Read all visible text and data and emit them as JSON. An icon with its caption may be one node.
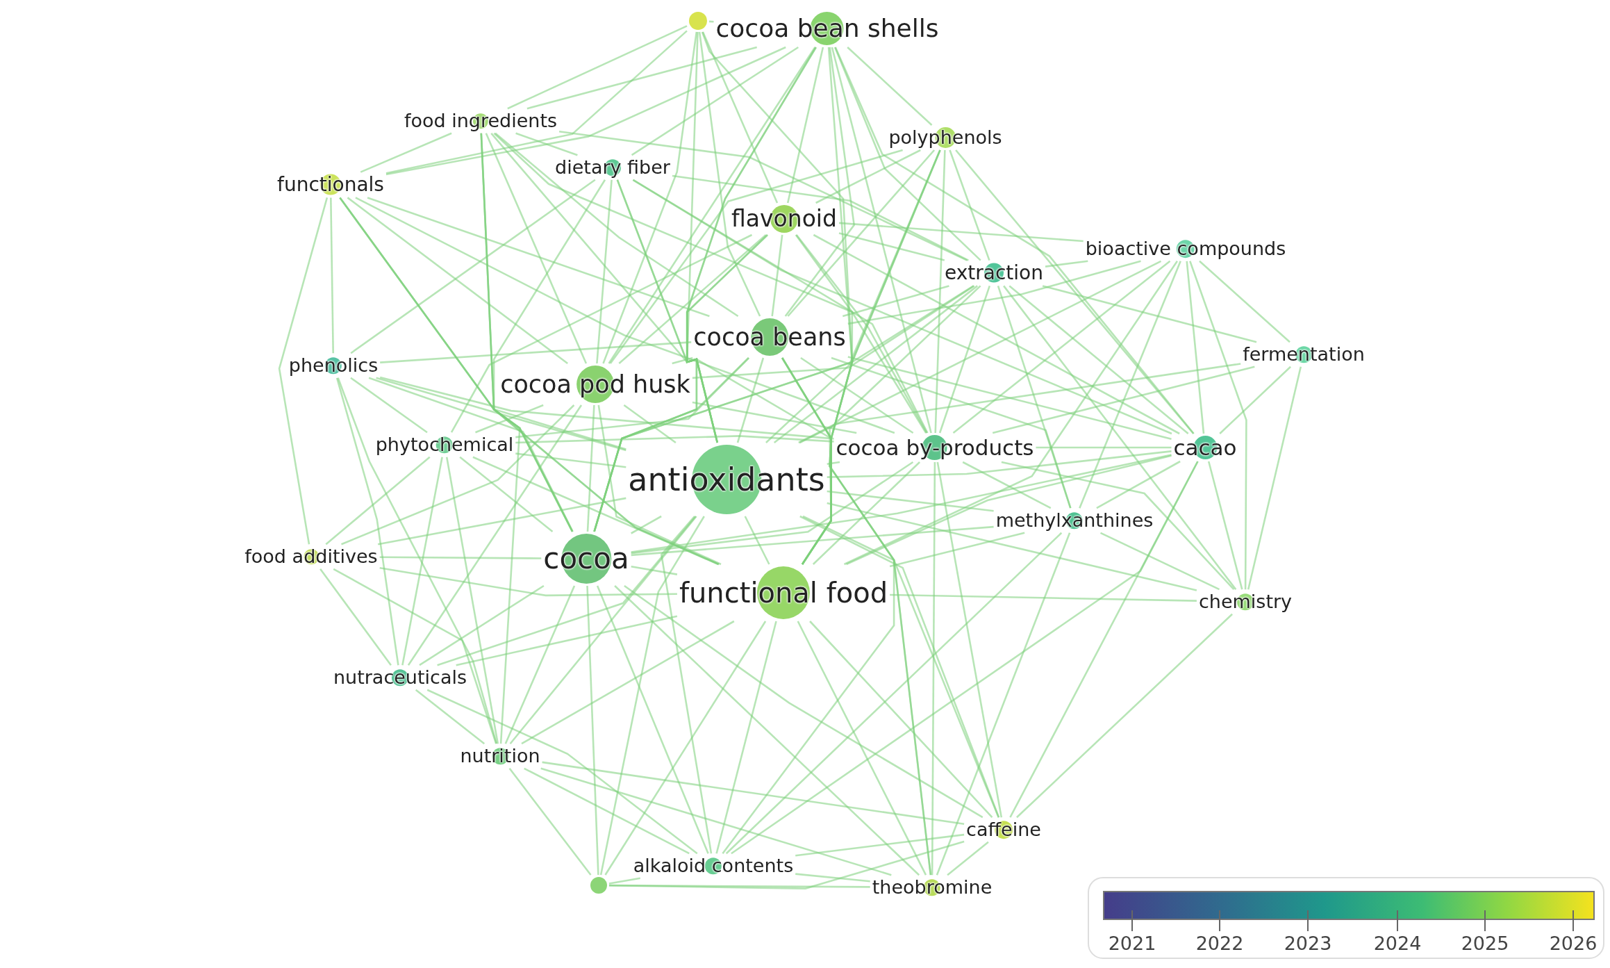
{
  "diagram": {
    "nodes": [
      {
        "text": [],
        "shape": "circle"
      },
      {
        "text": [
          "cocoa bean shells"
        ]
      },
      {
        "text": [
          "food ingredients"
        ]
      },
      {
        "text": [
          "polyphenols"
        ]
      },
      {
        "text": [
          "functionals"
        ]
      },
      {
        "text": [
          "dietary fiber"
        ]
      },
      {
        "text": [
          "flavonoid"
        ]
      },
      {
        "text": [
          "bioactive compounds"
        ]
      },
      {
        "text": [
          "extraction"
        ]
      },
      {
        "text": [
          "cocoa beans"
        ]
      },
      {
        "text": [
          "phenolics"
        ]
      },
      {
        "text": [
          "fermentation"
        ]
      },
      {
        "text": [
          "cocoa pod husk"
        ]
      },
      {
        "text": [
          "phytochemical"
        ]
      },
      {
        "text": [
          "cocoa by-products"
        ]
      },
      {
        "text": [
          "cacao"
        ]
      },
      {
        "text": [
          "antioxidants"
        ]
      },
      {
        "text": [
          "methylxanthines"
        ]
      },
      {
        "text": [
          "food additives"
        ]
      },
      {
        "text": [
          "cocoa"
        ]
      },
      {
        "text": [
          "functional food"
        ]
      },
      {
        "text": [
          "chemistry"
        ]
      },
      {
        "text": [
          "nutraceuticals"
        ]
      },
      {
        "text": [
          "nutrition"
        ]
      },
      {
        "text": [
          "caffeine"
        ]
      },
      {
        "text": [
          "alkaloid contents"
        ]
      },
      {
        "text": [
          "theobromine"
        ]
      },
      {
        "text": [],
        "shape": "circle"
      }
    ],
    "edges": [
      {
        "from": 0,
        "to": 1,
        "arrow": "none"
      },
      {
        "from": 0,
        "to": 2,
        "arrow": "none"
      },
      {
        "from": 0,
        "to": 4,
        "arrow": "none"
      },
      {
        "from": 0,
        "to": 6,
        "arrow": "none"
      },
      {
        "from": 0,
        "to": 9,
        "arrow": "none"
      },
      {
        "from": 0,
        "to": 16,
        "arrow": "none"
      },
      {
        "from": 0,
        "to": 20,
        "arrow": "none"
      },
      {
        "from": 0,
        "to": 12,
        "arrow": "none"
      },
      {
        "from": 1,
        "to": 2,
        "arrow": "none"
      },
      {
        "from": 1,
        "to": 3,
        "arrow": "none"
      },
      {
        "from": 1,
        "to": 6,
        "arrow": "none"
      },
      {
        "from": 1,
        "to": 9,
        "arrow": "none"
      },
      {
        "from": 1,
        "to": 16,
        "arrow": "none"
      },
      {
        "from": 1,
        "to": 20,
        "arrow": "none"
      },
      {
        "from": 1,
        "to": 8,
        "arrow": "none"
      },
      {
        "from": 1,
        "to": 14,
        "arrow": "none"
      },
      {
        "from": 1,
        "to": 4,
        "arrow": "none"
      },
      {
        "from": 1,
        "to": 5,
        "arrow": "none"
      },
      {
        "from": 1,
        "to": 15,
        "arrow": "none"
      },
      {
        "from": 1,
        "to": 19,
        "arrow": "none"
      },
      {
        "from": 1,
        "to": 12,
        "arrow": "none"
      },
      {
        "from": 2,
        "to": 4,
        "arrow": "none"
      },
      {
        "from": 2,
        "to": 5,
        "arrow": "none"
      },
      {
        "from": 2,
        "to": 9,
        "arrow": "none"
      },
      {
        "from": 2,
        "to": 16,
        "arrow": "none"
      },
      {
        "from": 2,
        "to": 19,
        "arrow": "none"
      },
      {
        "from": 2,
        "to": 20,
        "arrow": "none"
      },
      {
        "from": 2,
        "to": 12,
        "arrow": "none"
      },
      {
        "from": 2,
        "to": 8,
        "arrow": "none"
      },
      {
        "from": 2,
        "to": 14,
        "arrow": "none"
      },
      {
        "from": 2,
        "to": 23,
        "arrow": "none"
      },
      {
        "from": 3,
        "to": 6,
        "arrow": "none"
      },
      {
        "from": 3,
        "to": 9,
        "arrow": "none"
      },
      {
        "from": 3,
        "to": 16,
        "arrow": "none"
      },
      {
        "from": 3,
        "to": 20,
        "arrow": "none"
      },
      {
        "from": 3,
        "to": 8,
        "arrow": "none"
      },
      {
        "from": 3,
        "to": 19,
        "arrow": "none"
      },
      {
        "from": 3,
        "to": 15,
        "arrow": "none"
      },
      {
        "from": 3,
        "to": 14,
        "arrow": "none"
      },
      {
        "from": 3,
        "to": 12,
        "arrow": "none"
      },
      {
        "from": 4,
        "to": 10,
        "arrow": "none"
      },
      {
        "from": 4,
        "to": 16,
        "arrow": "none"
      },
      {
        "from": 4,
        "to": 19,
        "arrow": "none"
      },
      {
        "from": 4,
        "to": 20,
        "arrow": "none"
      },
      {
        "from": 4,
        "to": 18,
        "arrow": "none"
      },
      {
        "from": 4,
        "to": 9,
        "arrow": "none"
      },
      {
        "from": 4,
        "to": 12,
        "arrow": "none"
      },
      {
        "from": 4,
        "to": 14,
        "arrow": "none"
      },
      {
        "from": 5,
        "to": 10,
        "arrow": "none"
      },
      {
        "from": 5,
        "to": 16,
        "arrow": "none"
      },
      {
        "from": 5,
        "to": 19,
        "arrow": "none"
      },
      {
        "from": 5,
        "to": 20,
        "arrow": "none"
      },
      {
        "from": 5,
        "to": 8,
        "arrow": "none"
      },
      {
        "from": 5,
        "to": 14,
        "arrow": "none"
      },
      {
        "from": 5,
        "to": 15,
        "arrow": "none"
      },
      {
        "from": 5,
        "to": 12,
        "arrow": "none"
      },
      {
        "from": 6,
        "to": 9,
        "arrow": "none"
      },
      {
        "from": 6,
        "to": 16,
        "arrow": "none"
      },
      {
        "from": 6,
        "to": 19,
        "arrow": "none"
      },
      {
        "from": 6,
        "to": 20,
        "arrow": "none"
      },
      {
        "from": 6,
        "to": 8,
        "arrow": "none"
      },
      {
        "from": 6,
        "to": 14,
        "arrow": "none"
      },
      {
        "from": 6,
        "to": 15,
        "arrow": "none"
      },
      {
        "from": 6,
        "to": 12,
        "arrow": "none"
      },
      {
        "from": 6,
        "to": 7,
        "arrow": "none"
      },
      {
        "from": 6,
        "to": 13,
        "arrow": "none"
      },
      {
        "from": 7,
        "to": 8,
        "arrow": "none"
      },
      {
        "from": 7,
        "to": 9,
        "arrow": "none"
      },
      {
        "from": 7,
        "to": 11,
        "arrow": "none"
      },
      {
        "from": 7,
        "to": 15,
        "arrow": "none"
      },
      {
        "from": 7,
        "to": 16,
        "arrow": "none"
      },
      {
        "from": 7,
        "to": 20,
        "arrow": "none"
      },
      {
        "from": 7,
        "to": 14,
        "arrow": "none"
      },
      {
        "from": 7,
        "to": 21,
        "arrow": "none"
      },
      {
        "from": 7,
        "to": 17,
        "arrow": "none"
      },
      {
        "from": 8,
        "to": 9,
        "arrow": "none"
      },
      {
        "from": 8,
        "to": 11,
        "arrow": "none"
      },
      {
        "from": 8,
        "to": 14,
        "arrow": "none"
      },
      {
        "from": 8,
        "to": 15,
        "arrow": "none"
      },
      {
        "from": 8,
        "to": 16,
        "arrow": "none"
      },
      {
        "from": 8,
        "to": 19,
        "arrow": "none"
      },
      {
        "from": 8,
        "to": 20,
        "arrow": "none"
      },
      {
        "from": 8,
        "to": 17,
        "arrow": "none"
      },
      {
        "from": 8,
        "to": 21,
        "arrow": "none"
      },
      {
        "from": 8,
        "to": 12,
        "arrow": "none"
      },
      {
        "from": 9,
        "to": 12,
        "arrow": "none"
      },
      {
        "from": 9,
        "to": 14,
        "arrow": "none"
      },
      {
        "from": 9,
        "to": 15,
        "arrow": "none"
      },
      {
        "from": 9,
        "to": 16,
        "arrow": "none"
      },
      {
        "from": 9,
        "to": 19,
        "arrow": "none"
      },
      {
        "from": 9,
        "to": 20,
        "arrow": "none"
      },
      {
        "from": 9,
        "to": 17,
        "arrow": "none"
      },
      {
        "from": 9,
        "to": 10,
        "arrow": "none"
      },
      {
        "from": 9,
        "to": 13,
        "arrow": "none"
      },
      {
        "from": 9,
        "to": 25,
        "arrow": "none"
      },
      {
        "from": 9,
        "to": 24,
        "arrow": "none"
      },
      {
        "from": 9,
        "to": 26,
        "arrow": "none"
      },
      {
        "from": 10,
        "to": 13,
        "arrow": "none"
      },
      {
        "from": 10,
        "to": 16,
        "arrow": "none"
      },
      {
        "from": 10,
        "to": 19,
        "arrow": "none"
      },
      {
        "from": 10,
        "to": 22,
        "arrow": "none"
      },
      {
        "from": 10,
        "to": 23,
        "arrow": "none"
      },
      {
        "from": 10,
        "to": 14,
        "arrow": "none"
      },
      {
        "from": 11,
        "to": 15,
        "arrow": "none"
      },
      {
        "from": 11,
        "to": 16,
        "arrow": "none"
      },
      {
        "from": 11,
        "to": 21,
        "arrow": "none"
      },
      {
        "from": 11,
        "to": 14,
        "arrow": "none"
      },
      {
        "from": 12,
        "to": 13,
        "arrow": "none"
      },
      {
        "from": 12,
        "to": 16,
        "arrow": "none"
      },
      {
        "from": 12,
        "to": 19,
        "arrow": "none"
      },
      {
        "from": 12,
        "to": 20,
        "arrow": "none"
      },
      {
        "from": 12,
        "to": 14,
        "arrow": "none"
      },
      {
        "from": 12,
        "to": 22,
        "arrow": "none"
      },
      {
        "from": 12,
        "to": 18,
        "arrow": "none"
      },
      {
        "from": 13,
        "to": 16,
        "arrow": "none"
      },
      {
        "from": 13,
        "to": 19,
        "arrow": "none"
      },
      {
        "from": 13,
        "to": 20,
        "arrow": "none"
      },
      {
        "from": 13,
        "to": 18,
        "arrow": "none"
      },
      {
        "from": 13,
        "to": 22,
        "arrow": "none"
      },
      {
        "from": 13,
        "to": 23,
        "arrow": "none"
      },
      {
        "from": 13,
        "to": 14,
        "arrow": "none"
      },
      {
        "from": 14,
        "to": 15,
        "arrow": "none"
      },
      {
        "from": 14,
        "to": 16,
        "arrow": "none"
      },
      {
        "from": 14,
        "to": 17,
        "arrow": "none"
      },
      {
        "from": 14,
        "to": 19,
        "arrow": "none"
      },
      {
        "from": 14,
        "to": 20,
        "arrow": "none"
      },
      {
        "from": 14,
        "to": 21,
        "arrow": "none"
      },
      {
        "from": 14,
        "to": 26,
        "arrow": "none"
      },
      {
        "from": 14,
        "to": 24,
        "arrow": "none"
      },
      {
        "from": 15,
        "to": 16,
        "arrow": "none"
      },
      {
        "from": 15,
        "to": 17,
        "arrow": "none"
      },
      {
        "from": 15,
        "to": 19,
        "arrow": "none"
      },
      {
        "from": 15,
        "to": 20,
        "arrow": "none"
      },
      {
        "from": 15,
        "to": 21,
        "arrow": "none"
      },
      {
        "from": 15,
        "to": 24,
        "arrow": "none"
      },
      {
        "from": 15,
        "to": 25,
        "arrow": "none"
      },
      {
        "from": 16,
        "to": 17,
        "arrow": "none"
      },
      {
        "from": 16,
        "to": 18,
        "arrow": "none"
      },
      {
        "from": 16,
        "to": 19,
        "arrow": "none"
      },
      {
        "from": 16,
        "to": 20,
        "arrow": "none"
      },
      {
        "from": 16,
        "to": 21,
        "arrow": "none"
      },
      {
        "from": 16,
        "to": 22,
        "arrow": "none"
      },
      {
        "from": 16,
        "to": 23,
        "arrow": "none"
      },
      {
        "from": 16,
        "to": 24,
        "arrow": "none"
      },
      {
        "from": 16,
        "to": 25,
        "arrow": "none"
      },
      {
        "from": 16,
        "to": 26,
        "arrow": "none"
      },
      {
        "from": 16,
        "to": 27,
        "arrow": "none"
      },
      {
        "from": 17,
        "to": 19,
        "arrow": "none"
      },
      {
        "from": 17,
        "to": 20,
        "arrow": "none"
      },
      {
        "from": 17,
        "to": 21,
        "arrow": "none"
      },
      {
        "from": 17,
        "to": 25,
        "arrow": "none"
      },
      {
        "from": 17,
        "to": 26,
        "arrow": "none"
      },
      {
        "from": 18,
        "to": 19,
        "arrow": "none"
      },
      {
        "from": 18,
        "to": 20,
        "arrow": "none"
      },
      {
        "from": 18,
        "to": 22,
        "arrow": "none"
      },
      {
        "from": 18,
        "to": 23,
        "arrow": "none"
      },
      {
        "from": 19,
        "to": 20,
        "arrow": "none"
      },
      {
        "from": 19,
        "to": 22,
        "arrow": "none"
      },
      {
        "from": 19,
        "to": 23,
        "arrow": "none"
      },
      {
        "from": 19,
        "to": 25,
        "arrow": "none"
      },
      {
        "from": 19,
        "to": 26,
        "arrow": "none"
      },
      {
        "from": 19,
        "to": 27,
        "arrow": "none"
      },
      {
        "from": 19,
        "to": 24,
        "arrow": "none"
      },
      {
        "from": 20,
        "to": 21,
        "arrow": "none"
      },
      {
        "from": 20,
        "to": 22,
        "arrow": "none"
      },
      {
        "from": 20,
        "to": 23,
        "arrow": "none"
      },
      {
        "from": 20,
        "to": 24,
        "arrow": "none"
      },
      {
        "from": 20,
        "to": 25,
        "arrow": "none"
      },
      {
        "from": 20,
        "to": 26,
        "arrow": "none"
      },
      {
        "from": 20,
        "to": 27,
        "arrow": "none"
      },
      {
        "from": 21,
        "to": 24,
        "arrow": "none"
      },
      {
        "from": 22,
        "to": 23,
        "arrow": "none"
      },
      {
        "from": 22,
        "to": 25,
        "arrow": "none"
      },
      {
        "from": 23,
        "to": 25,
        "arrow": "none"
      },
      {
        "from": 23,
        "to": 27,
        "arrow": "none"
      },
      {
        "from": 23,
        "to": 26,
        "arrow": "none"
      },
      {
        "from": 23,
        "to": 24,
        "arrow": "none"
      },
      {
        "from": 24,
        "to": 25,
        "arrow": "none"
      },
      {
        "from": 24,
        "to": 26,
        "arrow": "none"
      },
      {
        "from": 24,
        "to": 27,
        "arrow": "none"
      },
      {
        "from": 25,
        "to": 27,
        "arrow": "none"
      },
      {
        "from": 25,
        "to": 26,
        "arrow": "none"
      },
      {
        "from": 26,
        "to": 27,
        "arrow": "none"
      }
    ],
    "labels": [
      "2021",
      "2022",
      "2023",
      "2024",
      "2025",
      "2026"
    ]
  }
}
